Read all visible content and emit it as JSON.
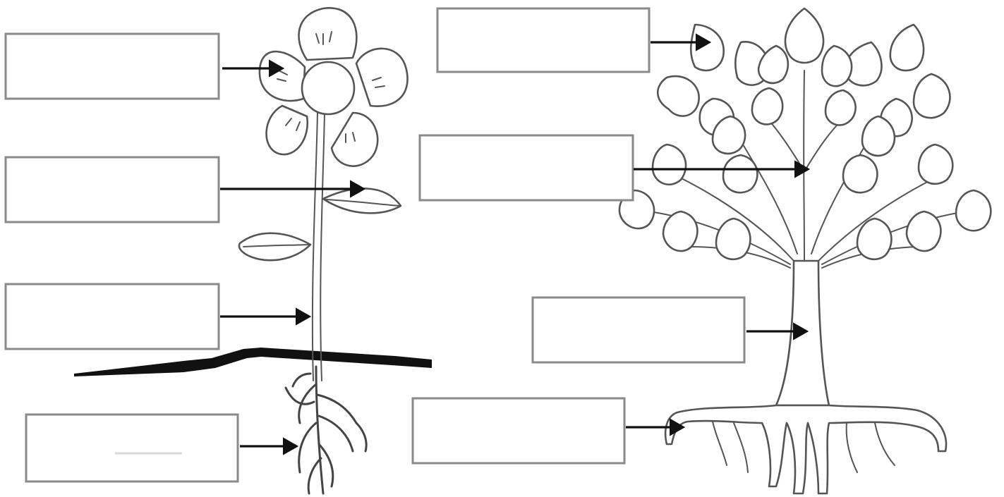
{
  "worksheet": {
    "flower_labels": [
      {
        "id": "flower",
        "text": ""
      },
      {
        "id": "leaf",
        "text": ""
      },
      {
        "id": "stem",
        "text": ""
      },
      {
        "id": "roots",
        "text": ""
      }
    ],
    "tree_labels": [
      {
        "id": "leaves",
        "text": ""
      },
      {
        "id": "branches",
        "text": ""
      },
      {
        "id": "trunk",
        "text": ""
      },
      {
        "id": "roots",
        "text": ""
      }
    ]
  }
}
